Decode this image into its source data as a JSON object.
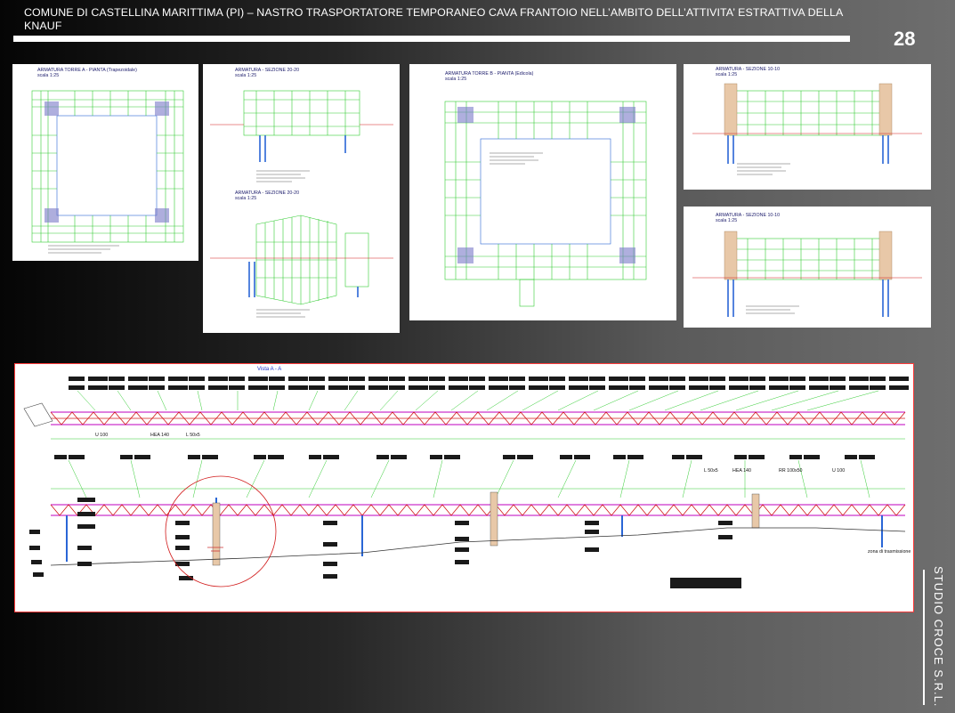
{
  "header": {
    "title": "COMUNE DI CASTELLINA MARITTIMA (PI) – NASTRO TRASPORTATORE TEMPORANEO CAVA FRANTOIO NELL’AMBITO DELL’ATTIVITA’  ESTRATTIVA DELLA KNAUF",
    "page_number": "28"
  },
  "brand": {
    "name": "STUDIO CROCE S.R.L."
  },
  "colors": {
    "drawing_green": "#33cc33",
    "drawing_blue": "#2a66d6",
    "drawing_magenta": "#cc33cc",
    "drawing_red": "#d11a1a",
    "frame_red": "#ff3b3b"
  },
  "drawings": {
    "sheet1": {
      "title": "ARMATURA TORRE A - PIANTA (Trapezoidale)",
      "scale": "scala 1:25"
    },
    "sheet2": {
      "title_top": "ARMATURA - SEZIONE 20-20",
      "scale_top": "scala 1:25",
      "title_bottom": "ARMATURA - SEZIONE 20-20",
      "scale_bottom": "scala 1:25"
    },
    "sheet3": {
      "title": "ARMATURA TORRE B - PIANTA (Edicola)",
      "scale": "scala 1:25"
    },
    "sheet4": {
      "title": "ARMATURA - SEZIONE 10-10",
      "scale": "scala 1:25"
    },
    "sheet5": {
      "title": "ARMATURA - SEZIONE 10-10",
      "scale": "scala 1:25"
    },
    "profile": {
      "title": "Vista A - A",
      "labels": [
        "U 100",
        "HEA 140",
        "L 50x5",
        "L 50x5",
        "HEA 140",
        "RR 100x50",
        "U 100"
      ],
      "note": "zona di trasmissione"
    }
  }
}
